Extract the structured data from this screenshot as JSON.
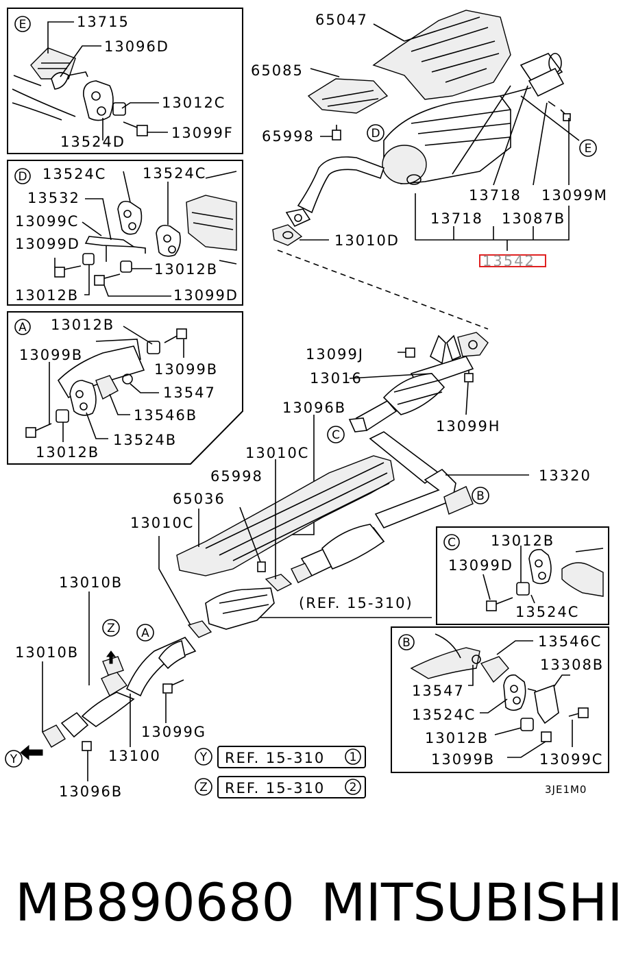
{
  "labels": {
    "l65047": "65047",
    "l65085": "65085",
    "l65998a": "65998",
    "l13010D": "13010D",
    "l13718a": "13718",
    "l13718b": "13718",
    "l13099M": "13099M",
    "l13087B": "13087B",
    "l13542": "13542",
    "l13099J": "13099J",
    "l13016": "13016",
    "l13099H": "13099H",
    "l13096B": "13096B",
    "l13320": "13320",
    "l13010Ca": "13010C",
    "l65998b": "65998",
    "l65036": "65036",
    "l13010Cb": "13010C",
    "l13010Ba": "13010B",
    "l13010Bb": "13010B",
    "l13099G": "13099G",
    "l13100": "13100",
    "l13096B2": "13096B",
    "ref_main": "(REF. 15-310)",
    "refY": "REF. 15-310",
    "refY_num": "1",
    "refZ": "REF. 15-310",
    "refZ_num": "2",
    "code": "3JE1M0"
  },
  "markers": {
    "D": "D",
    "E": "E",
    "C": "C",
    "B": "B",
    "A": "A",
    "Z": "Z",
    "Y": "Y"
  },
  "insets": {
    "E": {
      "tag": "E",
      "l1": "13715",
      "l2": "13096D",
      "l3": "13012C",
      "l4": "13524D",
      "l5": "13099F"
    },
    "D": {
      "tag": "D",
      "l1": "13524C",
      "l2": "13524C",
      "l3": "13532",
      "l4": "13099C",
      "l5": "13099D",
      "l6": "13012B",
      "l7": "13012B",
      "l8": "13099D"
    },
    "A": {
      "tag": "A",
      "l1": "13012B",
      "l2": "13099B",
      "l3": "13099B",
      "l4": "13547",
      "l5": "13546B",
      "l6": "13012B",
      "l7": "13524B"
    },
    "C": {
      "tag": "C",
      "l1": "13012B",
      "l2": "13099D",
      "l3": "13524C"
    },
    "B": {
      "tag": "B",
      "l1": "13546C",
      "l2": "13308B",
      "l3": "13547",
      "l4": "13524C",
      "l5": "13012B",
      "l6": "13099B",
      "l7": "13099C"
    }
  },
  "footer": {
    "part_number": "MB890680",
    "brand": "MITSUBISHI"
  }
}
